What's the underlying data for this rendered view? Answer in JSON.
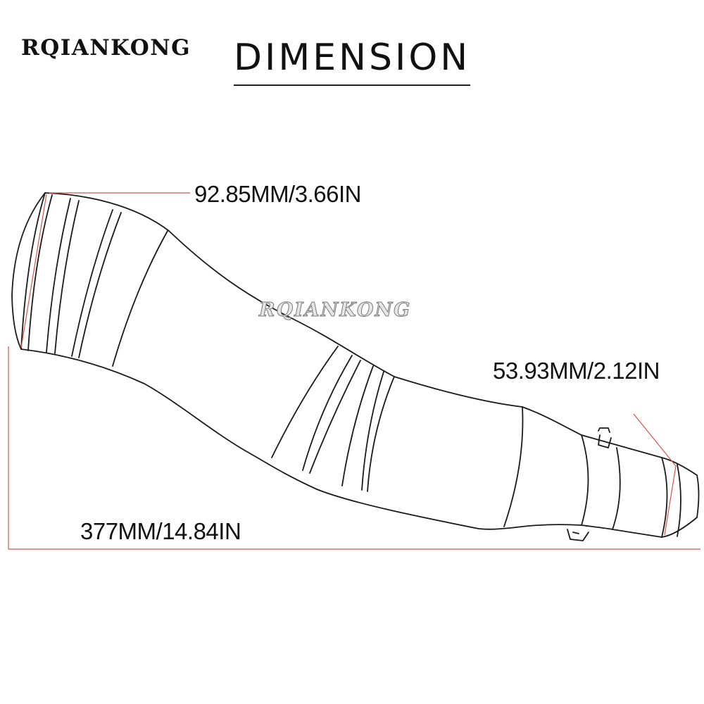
{
  "header": {
    "brand": "RQIANKONG",
    "title": "DIMENSION"
  },
  "dimensions": {
    "inlet_diameter": "92.85MM/3.66IN",
    "outlet_diameter": "53.93MM/2.12IN",
    "overall_length": "377MM/14.84IN"
  },
  "watermark": "RQIANKONG",
  "colors": {
    "outline": "#1a1a1a",
    "dimension_line": "#d9534f",
    "background": "#ffffff"
  }
}
